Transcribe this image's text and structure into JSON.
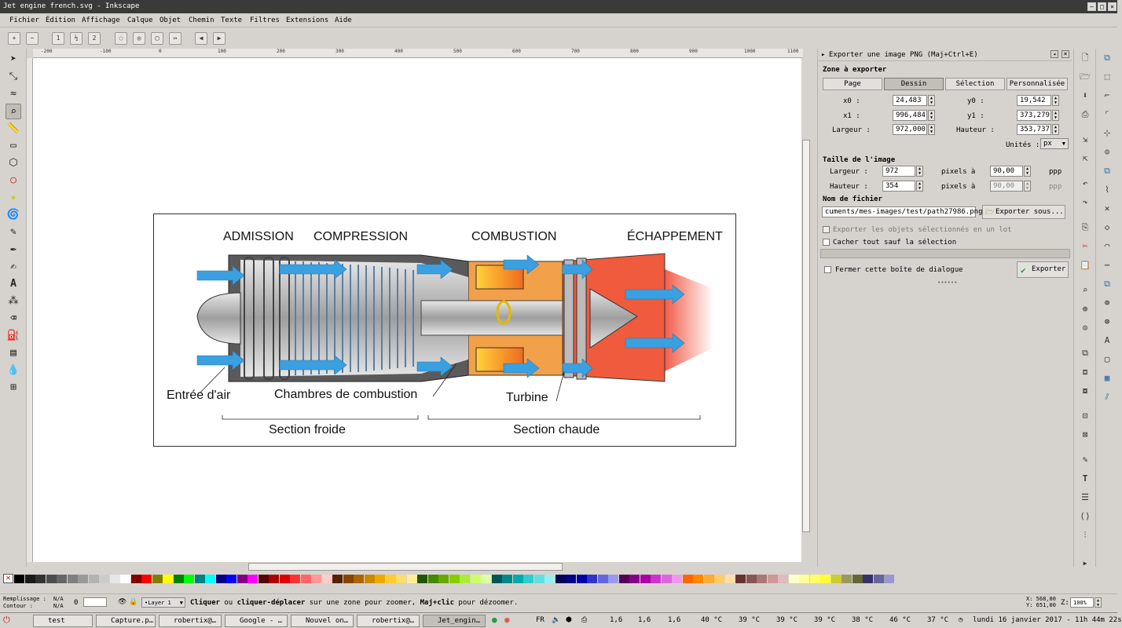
{
  "window": {
    "title": "Jet engine french.svg - Inkscape"
  },
  "menu": [
    "Fichier",
    "Édition",
    "Affichage",
    "Calque",
    "Objet",
    "Chemin",
    "Texte",
    "Filtres",
    "Extensions",
    "Aide"
  ],
  "ruler": {
    "ticks": [
      "-200",
      "-100",
      "0",
      "100",
      "200",
      "300",
      "400",
      "500",
      "600",
      "700",
      "800",
      "900",
      "1000",
      "1100"
    ]
  },
  "canvas": {
    "labels": {
      "admission": "ADMISSION",
      "compression": "COMPRESSION",
      "combustion": "COMBUSTION",
      "echappement": "ÉCHAPPEMENT",
      "entree_air": "Entrée d'air",
      "chambres": "Chambres de combustion",
      "turbine": "Turbine",
      "section_froide": "Section froide",
      "section_chaude": "Section chaude"
    }
  },
  "export_panel": {
    "title": "Exporter une image PNG (Maj+Ctrl+E)",
    "zone_heading": "Zone à exporter",
    "tabs": [
      "Page",
      "Dessin",
      "Sélection",
      "Personnalisée"
    ],
    "active_tab": "Dessin",
    "x0_label": "x0 :",
    "x0": "24,483",
    "y0_label": "y0 :",
    "y0": "19,542",
    "x1_label": "x1 :",
    "x1": "996,484",
    "y1_label": "y1 :",
    "y1": "373,279",
    "width_label": "Largeur :",
    "width": "972,000",
    "height_label": "Hauteur :",
    "height": "353,737",
    "units_label": "Unités :",
    "units": "px",
    "size_heading": "Taille de l'image",
    "img_width_label": "Largeur :",
    "img_width": "972",
    "img_height_label": "Hauteur :",
    "img_height": "354",
    "pixels_at": "pixels à",
    "dpi": "90,00",
    "dpi2": "90,00",
    "ppp": "ppp",
    "filename_heading": "Nom de fichier",
    "filename": "cuments/mes-images/test/path27986.png",
    "export_as_button": "Exporter sous...",
    "batch_label": "Exporter les objets sélectionnés en un lot",
    "hide_label": "Cacher tout sauf la sélection",
    "close_label": "Fermer cette boîte de dialogue",
    "export_button": "Exporter"
  },
  "status": {
    "fill_label": "Remplissage :",
    "fill_value": "N/A",
    "stroke_label": "Contour :",
    "stroke_value": "N/A",
    "opacity": "0",
    "layer": "•Layer 1",
    "message_bold1": "Cliquer",
    "message_mid1": " ou ",
    "message_bold2": "cliquer-déplacer",
    "message_mid2": " sur une zone pour zoomer, ",
    "message_bold3": "Maj+clic",
    "message_end": " pour dézoomer.",
    "x": "X: 568,00",
    "y": "Y: 651,00",
    "z_label": "Z:",
    "zoom": "100%"
  },
  "taskbar": {
    "tasks": [
      "test",
      "Capture.p…",
      "robertix@…",
      "Google - …",
      "Nouvel on…",
      "robertix@…",
      "Jet_engin…"
    ],
    "active": "Jet_engin…",
    "tray": {
      "lang": "FR",
      "cpu": [
        "1,6",
        "1,6",
        "1,6"
      ],
      "temps": [
        "40 °C",
        "39 °C",
        "39 °C",
        "39 °C",
        "38 °C",
        "46 °C",
        "37 °C"
      ],
      "clock": "lundi 16 janvier 2017 - 11h 44m 22s"
    }
  }
}
